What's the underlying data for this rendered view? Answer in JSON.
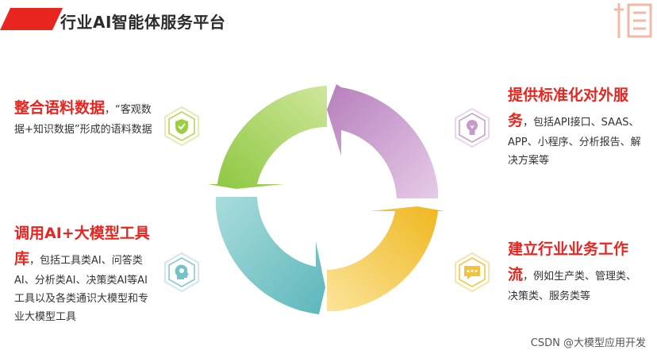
{
  "header": {
    "title": "行业AI智能体服务平台"
  },
  "blocks": {
    "top_left": {
      "heading": "整合语料数据",
      "desc": "，“客观数据+知识数据”形成的语料数据"
    },
    "bottom_left": {
      "heading": "调用AI+大模型工具库",
      "desc": "，包括工具类AI、问答类AI、分析类AI、决策类AI等AI工具以及各类通识大模型和专业大模型工具"
    },
    "top_right": {
      "heading": "提供标准化对外服务",
      "desc": "，包括API接口、SAAS、APP、小程序、分析报告、解决方案等"
    },
    "bottom_right": {
      "heading": "建立行业业务工作流",
      "desc": "，例如生产类、管理类、决策类、服务类等"
    }
  },
  "icons": {
    "top_left": "shield-check-icon",
    "bottom_left": "lightbulb-head-icon",
    "top_right": "lightbulb-icon",
    "bottom_right": "chat-bubble-icon"
  },
  "colors": {
    "accent": "#e8251f",
    "green": "#9ccf3c",
    "purple": "#c79ac9",
    "yellow": "#f2c33b",
    "teal": "#74c3c6"
  },
  "watermark": "CSDN @大模型应用开发"
}
